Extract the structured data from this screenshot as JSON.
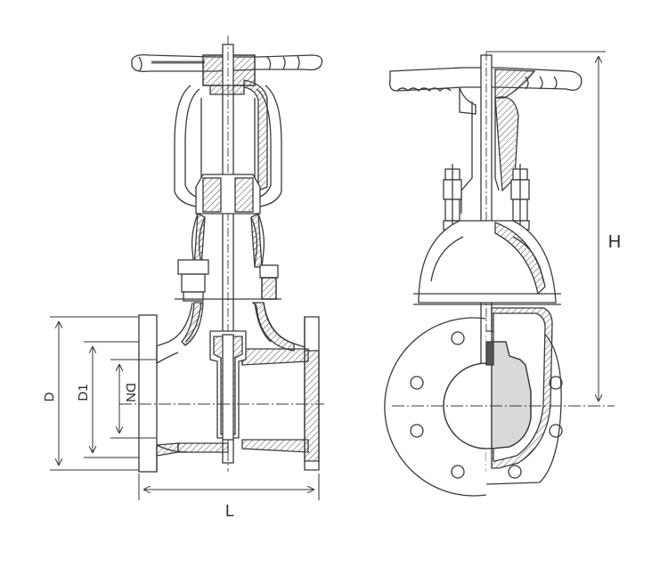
{
  "dimensions": {
    "D": "D",
    "D1": "D1",
    "DN": "DN",
    "L": "L",
    "H": "H"
  },
  "colors": {
    "line": "#3a3a3a",
    "hatch": "#555555",
    "fill_section": "#d9d9d9",
    "fill_light": "#efefef",
    "background": "#ffffff"
  },
  "icons": {
    "front_view": "gate-valve-front-section",
    "side_view": "gate-valve-side-section"
  }
}
